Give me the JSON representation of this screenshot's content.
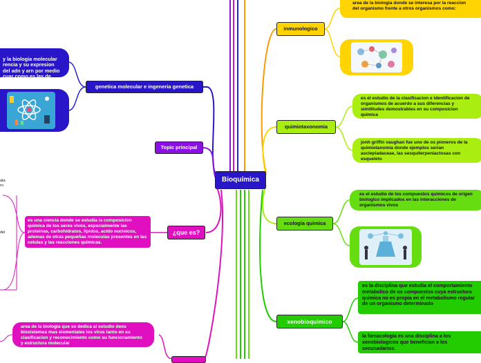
{
  "central": {
    "label": "Bioquímica"
  },
  "left": {
    "genetica": {
      "label": "genetica molecular e ingeneria genetica",
      "text": "y la biologia molecular\nrencia y su expresion\ndel adn y arn por medio\ncuar como es las de",
      "image_icon": "molecule-lab-icon"
    },
    "topic": {
      "label": "Topic principal"
    },
    "que_es": {
      "label": "¿que es?",
      "text": "es una ciencia donde se estudia la composicion quimica de los seres vivos, especialmente las proteinas, carbohidratos, lipidos, acido nucleicos, ademas de otras pequeñas moleculas presentes en las celulas y las reacciones quimicas.",
      "cut_text_top": "ata\nro",
      "cut_text_mid": "del"
    },
    "virologia": {
      "text": "area de la biologia que se dedica al estudio deos biosistemas mas elementales los virus tanto en su clasificacion y reconocimiento como su funcionamiento y estructura molecular"
    }
  },
  "right": {
    "inmunologico": {
      "label": "inmunologico",
      "text": "area de la biologia donde se interesa por la reaccion del organismo frente a otros organismos como:",
      "image_icon": "immune-cells-icon"
    },
    "quimiotaxonomia": {
      "label": "quimiotaxonomia",
      "text1": "es el estudio de la clasificacion e identificacion de organismos de acuerdo a sus diferencias y similitudes demostrables en su composicion quimica",
      "text2": "jonh griffin vaughan fue uno de os pioneros de la quimiotanomia donde ejemplos serian asclepiadaceae, las sesquiterpeniactosas con esqueleto"
    },
    "ecologia": {
      "label": "ecologia quimica",
      "text": "es el estudio de los compuestos quimicos de origen biologico implicados en las interacciones de organismos vivos",
      "image_icon": "chemistry-lab-icon"
    },
    "xenobioquimico": {
      "label": "xenobioquimico",
      "text1": "es la disciplina que estudia el comportamiento metabolico de os compuestos cuya estructura quimica no es propia en el metabolismo regular de un organismo determinado",
      "text2": "la famacologia es una disciplina a los xenobiologicos que benefician a los secunadarios."
    }
  },
  "colors": {
    "central": "#2a16c9",
    "blue": "#2222dd",
    "purple": "#8a10e6",
    "magenta": "#e010c0",
    "orange": "#ff9900",
    "yellow": "#ffd400",
    "yellow_green": "#aaee11",
    "green": "#66dd11",
    "bright_green": "#22cc00"
  }
}
